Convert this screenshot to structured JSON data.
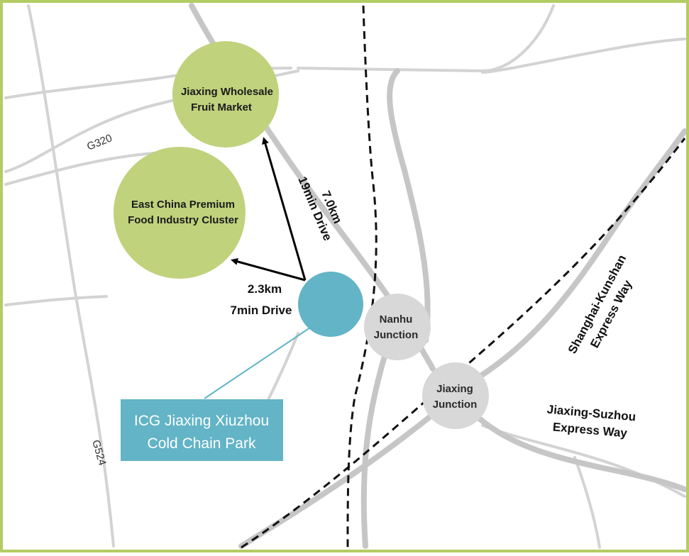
{
  "colors": {
    "frame": "#b4cc64",
    "road_minor": "#d3d3d3",
    "road_major": "#c6c6c6",
    "railway": "#111111",
    "market_circle": "#c0d27c",
    "junction_circle": "#d8d8d8",
    "park": "#62b4c6",
    "arrow": "#000000"
  },
  "places": {
    "market": [
      "Jiaxing Wholesale",
      "Fruit Market"
    ],
    "cluster": [
      "East China Premium",
      "Food Industry Cluster"
    ],
    "park": [
      "ICG Jiaxing Xiuzhou",
      "Cold Chain Park"
    ]
  },
  "junctions": {
    "nanhu": [
      "Nanhu",
      "Junction"
    ],
    "jiaxing": [
      "Jiaxing",
      "Junction"
    ]
  },
  "routes": {
    "to_market": [
      "7.0km",
      "19min Drive"
    ],
    "to_cluster": [
      "2.3km",
      "7min Drive"
    ]
  },
  "highways": {
    "shanghai_kunshan": [
      "Shanghai-Kunshan",
      "Express Way"
    ],
    "jiaxing_suzhou": [
      "Jiaxing-Suzhou",
      "Express Way"
    ]
  },
  "roads": {
    "g320": "G320",
    "g524": "G524"
  },
  "icons": {
    "park_marker": "location-circle-icon",
    "route_arrow": "arrow-icon"
  }
}
